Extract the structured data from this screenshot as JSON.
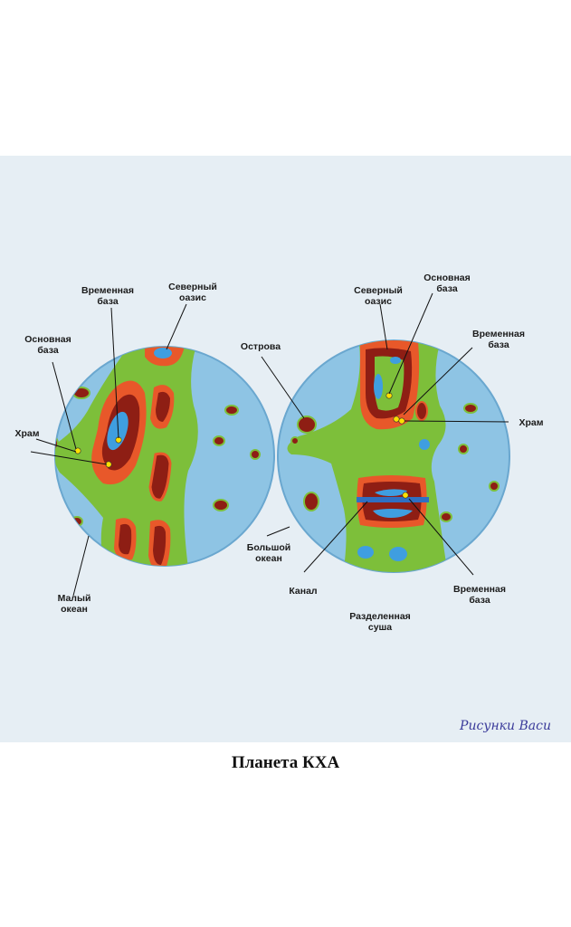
{
  "caption": "Планета КХА",
  "signature": "Рисунки Васи",
  "colors": {
    "ocean": "#8ec4e4",
    "land": "#7dbf3a",
    "base": "#e8582a",
    "inner": "#8e1e14",
    "lake": "#3f9ee0",
    "temple": "#ffe100",
    "paper": "#e6eef4"
  },
  "left_globe": {
    "labels": {
      "temp_base_1": "Временная",
      "temp_base_2": "база",
      "north_oasis_1": "Северный",
      "north_oasis_2": "оазис",
      "main_base_1": "Основная",
      "main_base_2": "база",
      "temple": "Храм",
      "small_ocean_1": "Малый",
      "small_ocean_2": "океан"
    }
  },
  "right_globe": {
    "labels": {
      "islands": "Острова",
      "big_ocean_1": "Большой",
      "big_ocean_2": "океан",
      "north_oasis_1": "Северный",
      "north_oasis_2": "оазис",
      "main_base_1": "Основная",
      "main_base_2": "база",
      "temp_base_top_1": "Временная",
      "temp_base_top_2": "база",
      "temple": "Храм",
      "canal": "Канал",
      "temp_base_bottom_1": "Временная",
      "temp_base_bottom_2": "база",
      "divided_land_1": "Разделенная",
      "divided_land_2": "суша"
    }
  }
}
